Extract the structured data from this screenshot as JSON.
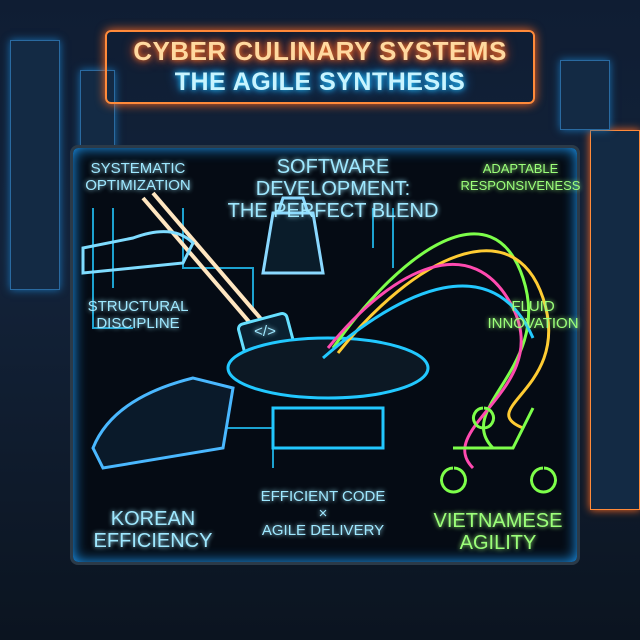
{
  "header": {
    "title": "CYBER CULINARY SYSTEMS",
    "subtitle": "THE AGILE SYNTHESIS"
  },
  "board": {
    "heading_line1": "SOFTWARE DEVELOPMENT:",
    "heading_line2": "THE PERFECT BLEND",
    "top_left": [
      "SYSTEMATIC",
      "OPTIMIZATION"
    ],
    "top_right": [
      "ADAPTABLE",
      "RESPONSIVENESS"
    ],
    "mid_left": [
      "STRUCTURAL",
      "DISCIPLINE"
    ],
    "mid_right": [
      "FLUID",
      "INNOVATION"
    ],
    "bottom_left": [
      "KOREAN",
      "EFFICIENCY"
    ],
    "bottom_center": [
      "EFFICIENT CODE",
      "×",
      "AGILE DELIVERY"
    ],
    "bottom_right": [
      "VIETNAMESE",
      "AGILITY"
    ],
    "tablet_code": "</>"
  },
  "colors": {
    "neon_blue": "#22c8ff",
    "neon_green": "#7dff4a",
    "neon_orange": "#ff7a2a"
  }
}
